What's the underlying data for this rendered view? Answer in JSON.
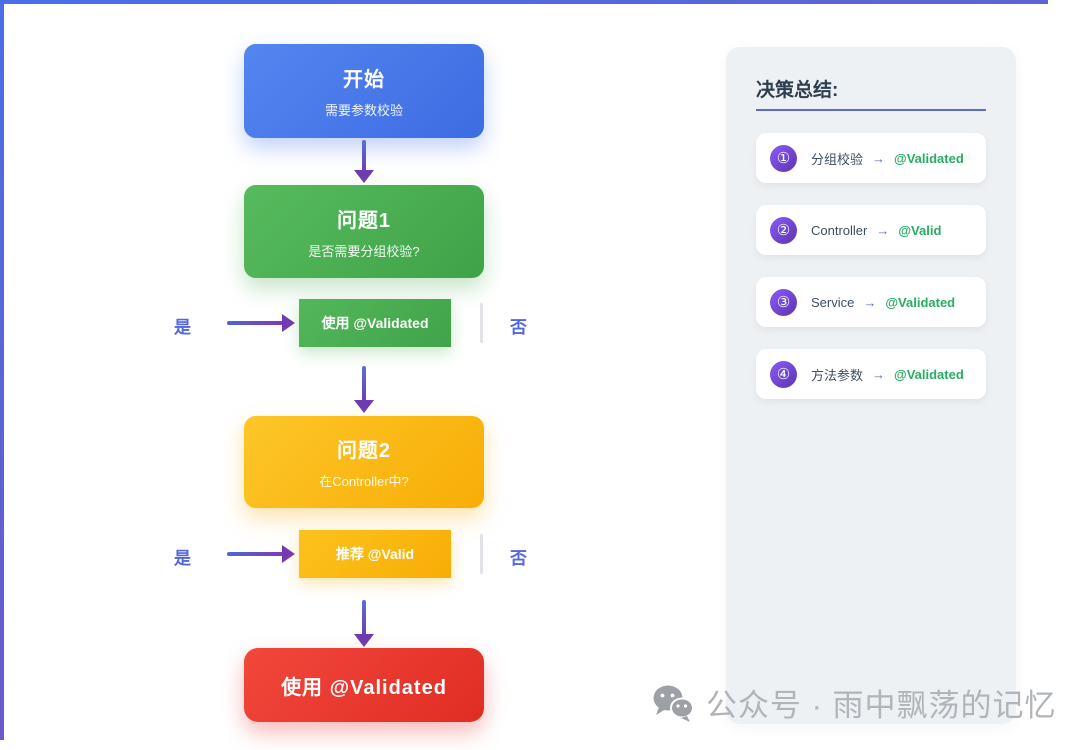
{
  "flowchart": {
    "start": {
      "title": "开始",
      "subtitle": "需要参数校验"
    },
    "question1": {
      "title": "问题1",
      "subtitle": "是否需要分组校验?"
    },
    "branch1": {
      "yes_label": "是",
      "no_label": "否",
      "action": "使用 @Validated"
    },
    "question2": {
      "title": "问题2",
      "subtitle": "在Controller中?"
    },
    "branch2": {
      "yes_label": "是",
      "no_label": "否",
      "action": "推荐 @Valid"
    },
    "final": {
      "title": "使用 @Validated"
    }
  },
  "summary": {
    "title": "决策总结:",
    "items": [
      {
        "num": "①",
        "label": "分组校验",
        "arrow": "→",
        "annotation": "@Validated"
      },
      {
        "num": "②",
        "label": "Controller",
        "arrow": "→",
        "annotation": "@Valid"
      },
      {
        "num": "③",
        "label": "Service",
        "arrow": "→",
        "annotation": "@Validated"
      },
      {
        "num": "④",
        "label": "方法参数",
        "arrow": "→",
        "annotation": "@Validated"
      }
    ]
  },
  "watermark": {
    "icon": "wechat-icon",
    "text": "公众号 · 雨中飘荡的记忆"
  },
  "colors": {
    "start_box": "#4a78e8",
    "question1_box": "#4caf50",
    "question2_box": "#fbb40a",
    "final_box": "#e8382e",
    "action_green_box": "#4caf50",
    "action_yellow_box": "#fbb40a",
    "arrow_purple": "#6d3cb0",
    "branch_label": "#5468de",
    "panel_bg": "#eef1f4",
    "summary_underline": "#5b6acb",
    "badge_purple": "#6a3cb5",
    "annotation_green": "#27ae60",
    "frame_border_top": "#4a6ee6",
    "frame_border_bottom": "#6a5acd",
    "watermark_gray": "#b1b4b9"
  }
}
